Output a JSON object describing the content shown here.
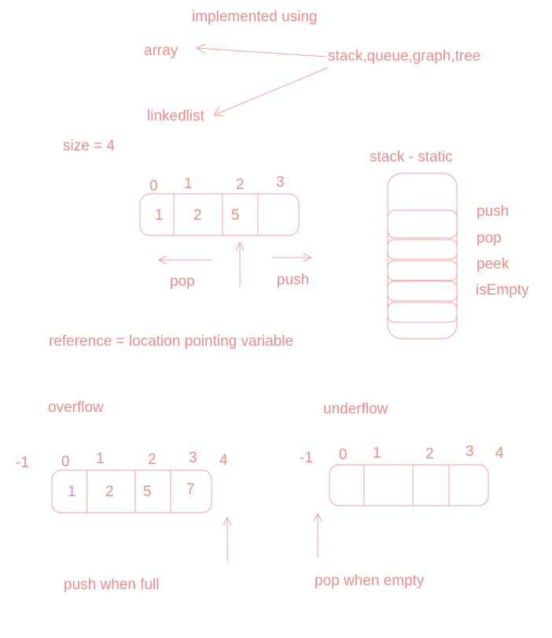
{
  "colors": {
    "ink": "#f08c8c",
    "stroke": "#f2a0a0"
  },
  "title": "implemented using",
  "structures": "stack,queue,graph,tree",
  "impl_array": "array",
  "impl_linkedlist": "linkedlist",
  "size": "size = 4",
  "stack_title": "stack - static",
  "stack_ops": [
    "push",
    "pop",
    "peek",
    "isEmpty"
  ],
  "array1": {
    "indices": [
      "0",
      "1",
      "2",
      "3"
    ],
    "values": [
      "1",
      "2",
      "5",
      ""
    ],
    "pop": "pop",
    "push": "push"
  },
  "reference": "reference = location pointing variable",
  "overflow": {
    "title": "overflow",
    "indices": [
      "-1",
      "0",
      "1",
      "2",
      "3",
      "4"
    ],
    "values": [
      "1",
      "2",
      "5",
      "7"
    ],
    "caption": "push when full"
  },
  "underflow": {
    "title": "underflow",
    "indices": [
      "-1",
      "0",
      "1",
      "2",
      "3",
      "4"
    ],
    "values": [
      "",
      "",
      "",
      ""
    ],
    "caption": "pop when empty"
  }
}
